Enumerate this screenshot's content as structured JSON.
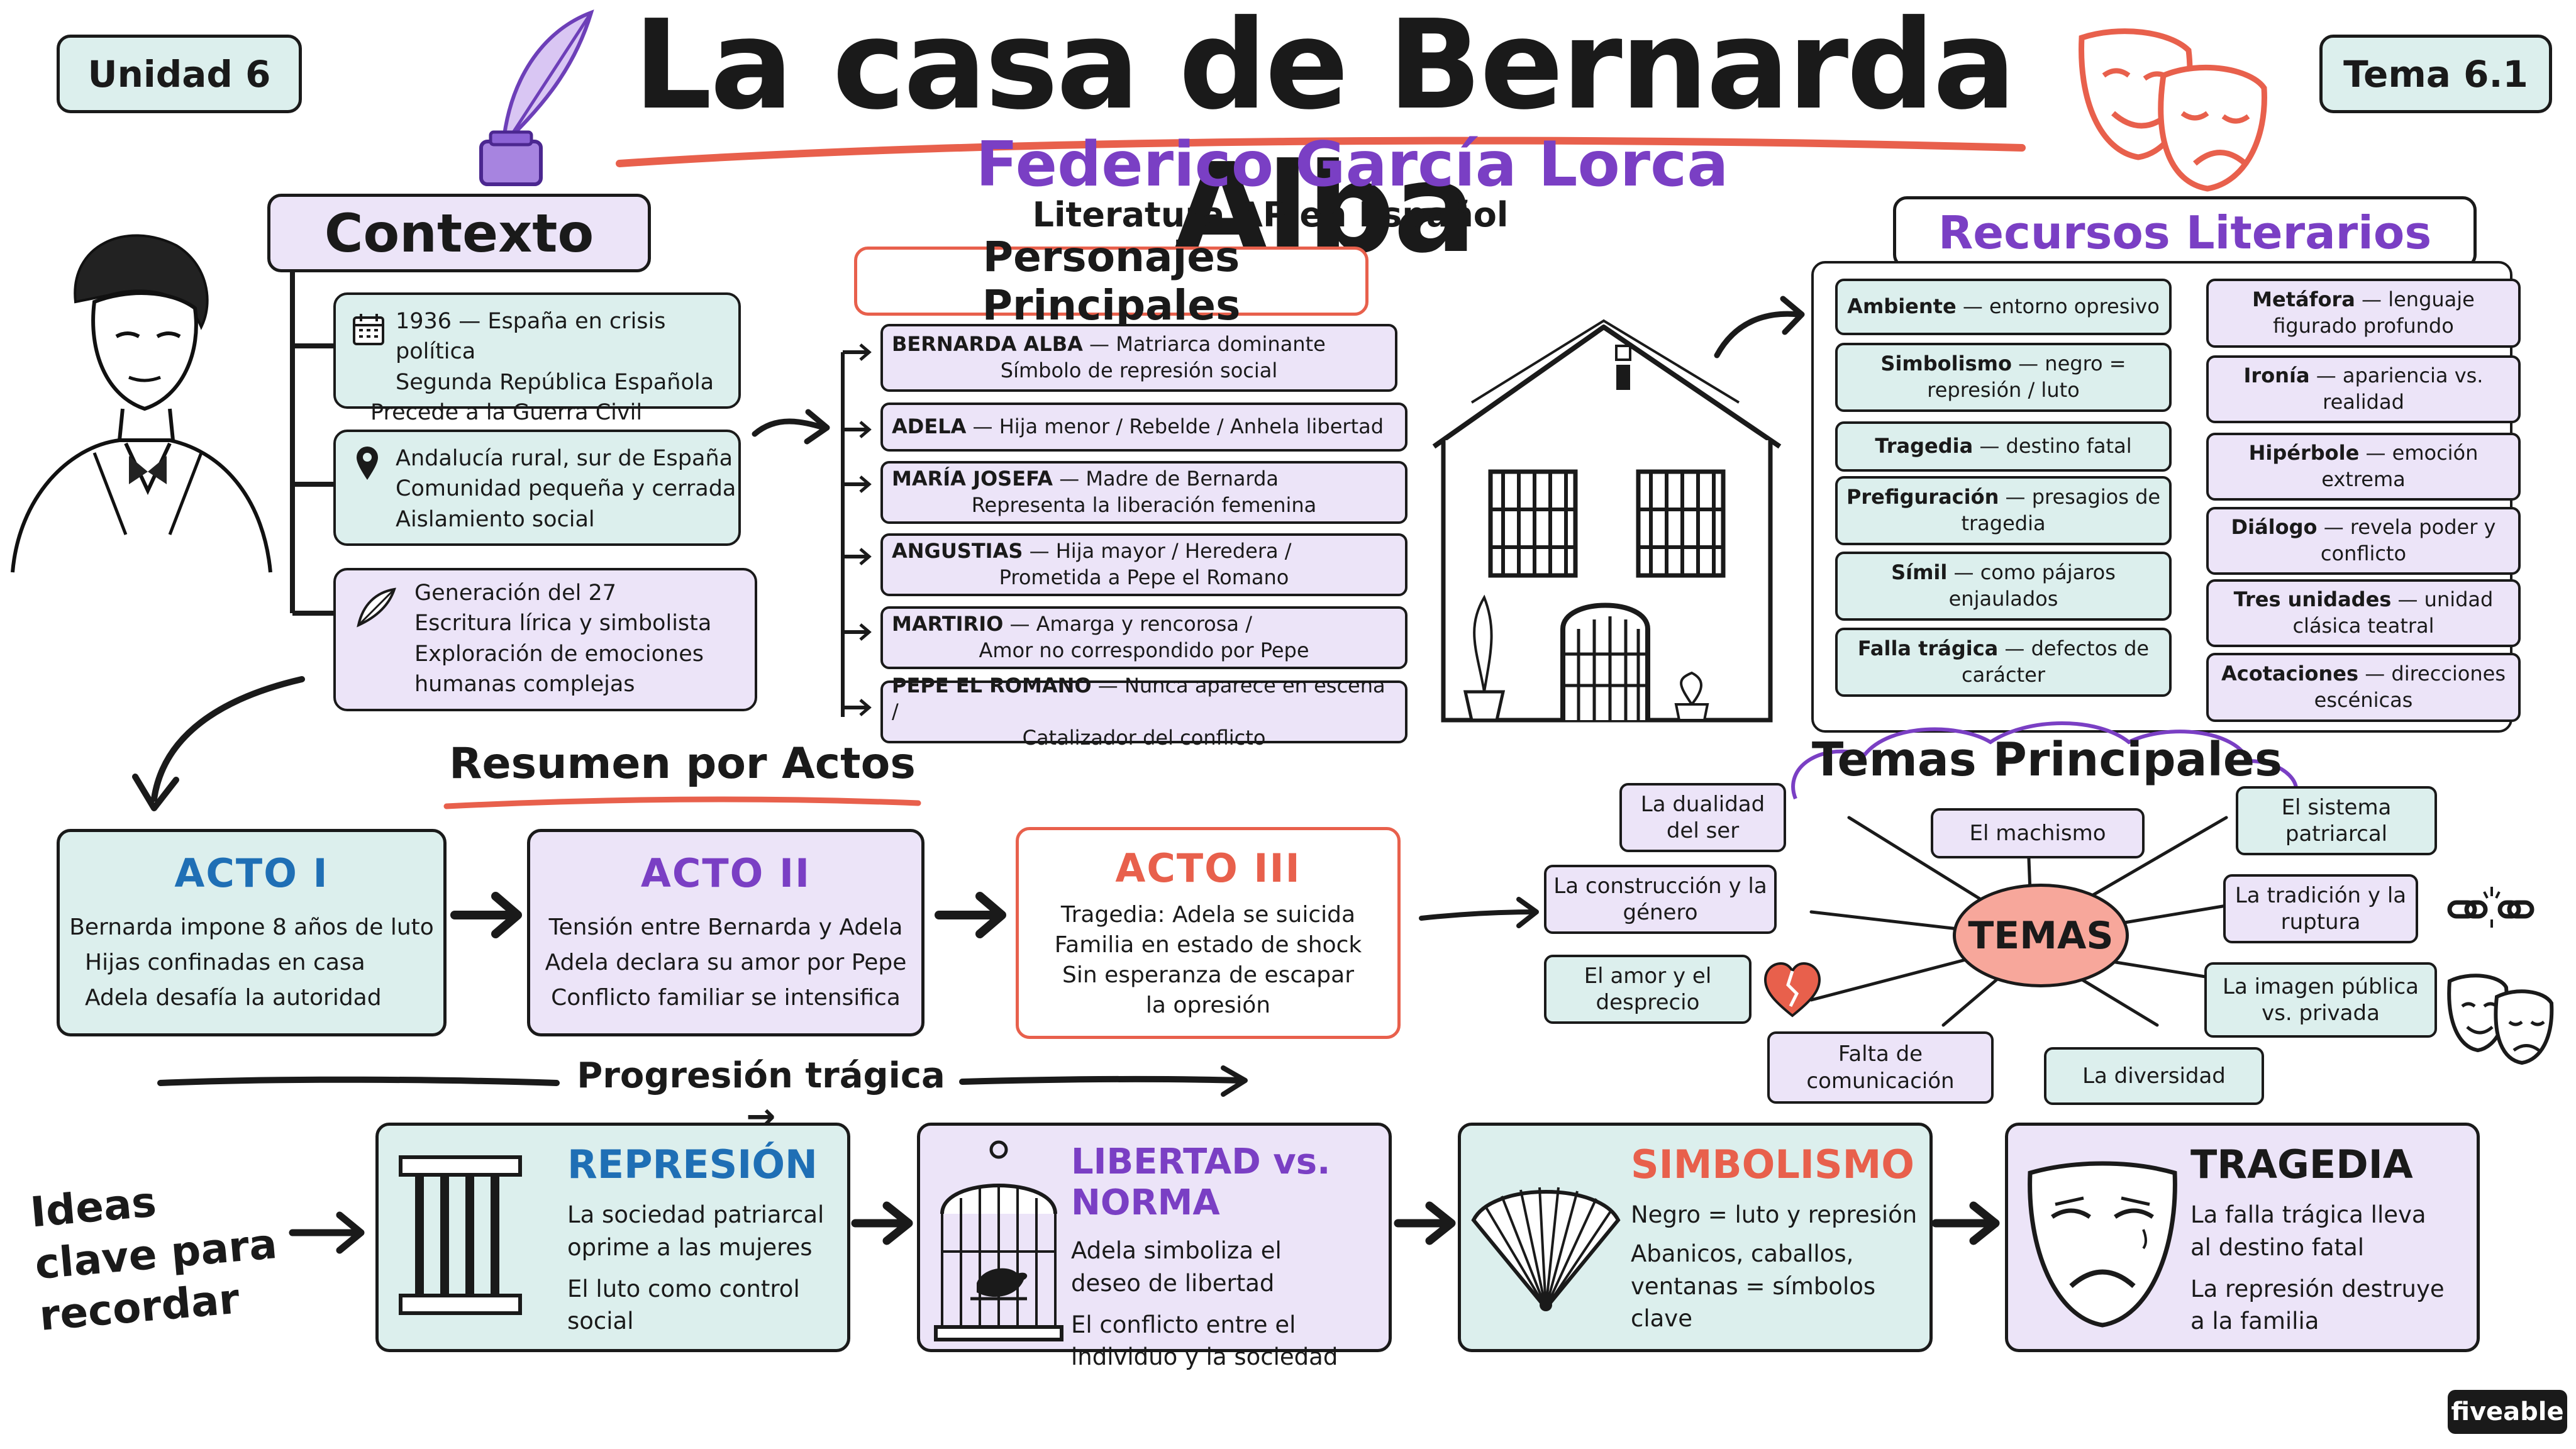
{
  "header": {
    "unit": "Unidad 6",
    "topic": "Tema 6.1",
    "title": "La casa de Bernarda Alba",
    "author": "Federico García Lorca",
    "course": "Literatura AP en Español"
  },
  "contexto": {
    "title": "Contexto",
    "items": [
      {
        "icon": "calendar-icon",
        "lines": [
          "1936 — España en crisis política",
          "Segunda República Española",
          "Precede a la Guerra Civil Española"
        ]
      },
      {
        "icon": "location-pin-icon",
        "lines": [
          "Andalucía rural, sur de España",
          "Comunidad pequeña y cerrada",
          "Aislamiento social"
        ]
      },
      {
        "icon": "feather-icon",
        "lines": [
          "Generación del 27",
          "Escritura lírica y simbolista",
          "Exploración de emociones",
          "humanas complejas"
        ]
      }
    ]
  },
  "personajes": {
    "title": "Personajes Principales",
    "items": [
      {
        "name": "BERNARDA ALBA",
        "l1": " — Matriarca dominante",
        "l2": "Símbolo de represión social"
      },
      {
        "name": "ADELA",
        "l1": " — Hija menor / Rebelde / Anhela libertad",
        "l2": ""
      },
      {
        "name": "MARÍA JOSEFA",
        "l1": " — Madre de Bernarda",
        "l2": "Representa la liberación femenina"
      },
      {
        "name": "ANGUSTIAS",
        "l1": " — Hija mayor / Heredera /",
        "l2": "Prometida a Pepe el Romano"
      },
      {
        "name": "MARTIRIO",
        "l1": " — Amarga y rencorosa /",
        "l2": "Amor no correspondido por Pepe"
      },
      {
        "name": "PEPE EL ROMANO",
        "l1": " — Nunca aparece en escena /",
        "l2": "Catalizador del conflicto"
      }
    ]
  },
  "recursos": {
    "title": "Recursos Literarios",
    "left": [
      {
        "term": "Ambiente",
        "rest": " — entorno opresivo"
      },
      {
        "term": "Simbolismo",
        "rest": " — negro = represión / luto"
      },
      {
        "term": "Tragedia",
        "rest": " — destino fatal"
      },
      {
        "term": "Prefiguración",
        "rest": " — presagios de tragedia"
      },
      {
        "term": "Símil",
        "rest": " — como pájaros enjaulados"
      },
      {
        "term": "Falla trágica",
        "rest": " — defectos de carácter"
      }
    ],
    "right": [
      {
        "term": "Metáfora",
        "rest": " — lenguaje figurado profundo"
      },
      {
        "term": "Ironía",
        "rest": " — apariencia vs. realidad"
      },
      {
        "term": "Hipérbole",
        "rest": " — emoción extrema"
      },
      {
        "term": "Diálogo",
        "rest": " — revela poder y conflicto"
      },
      {
        "term": "Tres unidades",
        "rest": " — unidad clásica teatral"
      },
      {
        "term": "Acotaciones",
        "rest": " — direcciones escénicas"
      }
    ]
  },
  "resumen": {
    "title": "Resumen por Actos",
    "acts": [
      {
        "title": "ACTO I",
        "lines": [
          "Bernarda impone 8 años de luto",
          "Hijas confinadas en casa",
          "Adela desafía la autoridad"
        ]
      },
      {
        "title": "ACTO II",
        "lines": [
          "Tensión entre Bernarda y Adela",
          "Adela declara su amor por Pepe",
          "Conflicto familiar se intensifica"
        ]
      },
      {
        "title": "ACTO III",
        "lines": [
          "Tragedia: Adela se suicida",
          "Familia en estado de shock",
          "Sin esperanza de escapar",
          "la opresión"
        ]
      }
    ],
    "progression": "Progresión trágica →"
  },
  "temas": {
    "title": "Temas Principales",
    "center": "TEMAS",
    "items": [
      "La dualidad del ser",
      "El machismo",
      "El sistema patriarcal",
      "La construcción y la género",
      "La tradición y la ruptura",
      "El amor y el desprecio",
      "La imagen pública vs. privada",
      "Falta de comunicación",
      "La diversidad"
    ]
  },
  "ideas": {
    "label": "Ideas clave para recordar",
    "cards": [
      {
        "title": "REPRESIÓN",
        "lines": [
          "La sociedad patriarcal",
          "oprime a las mujeres",
          "El luto como control social"
        ]
      },
      {
        "title": "LIBERTAD vs. NORMA",
        "lines": [
          "Adela simboliza el",
          "deseo de libertad",
          "El conflicto entre el",
          "individuo y la sociedad"
        ]
      },
      {
        "title": "SIMBOLISMO",
        "lines": [
          "Negro = luto y represión",
          "Abanicos, caballos,",
          "ventanas = símbolos",
          "clave"
        ]
      },
      {
        "title": "TRAGEDIA",
        "lines": [
          "La falla trágica lleva",
          "al destino fatal",
          "La represión destruye",
          "a la familia"
        ]
      }
    ]
  },
  "brand": "fiveable",
  "colors": {
    "teal": "#dcefed",
    "lavender": "#ece4f8",
    "red": "#e8604c",
    "purple": "#7a3fc4",
    "blue": "#1f6fb5",
    "ink": "#1a1a1a"
  }
}
